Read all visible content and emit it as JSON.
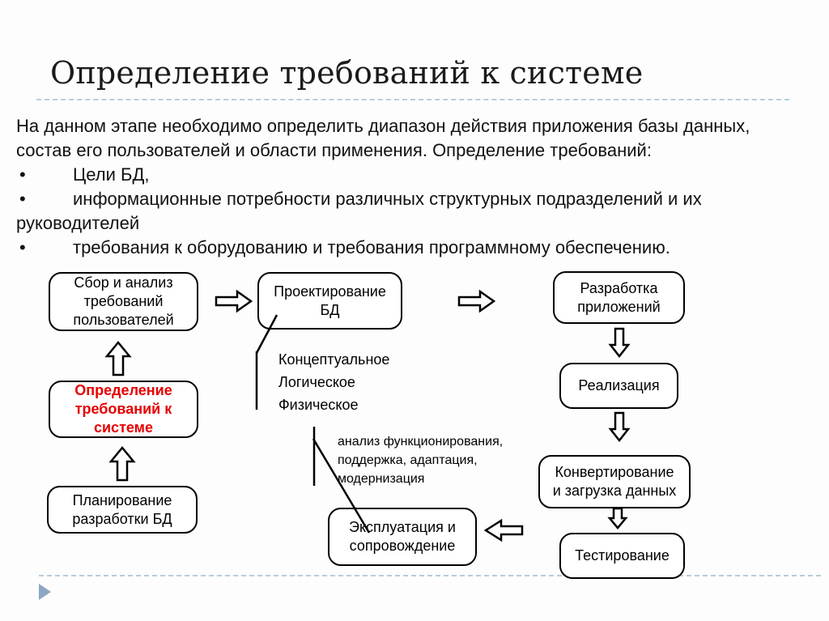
{
  "slide": {
    "title": "Определение требований к системе",
    "body": {
      "bullet_char": "•",
      "line1": "На данном этапе необходимо определить диапазон действия приложения базы данных,",
      "line2": "состав его пользователей и области применения. Определение требований:",
      "bullet1": "Цели БД,",
      "bullet2": "информационные потребности различных структурных подразделений и их",
      "bullet2_cont": "руководителей",
      "bullet3": "требования к оборудованию и требования программному обеспечению."
    }
  },
  "flowchart": {
    "boxes": {
      "gather": {
        "label": "Сбор и анализ\nтребований\nпользователей"
      },
      "design": {
        "label": "Проектирование\nБД"
      },
      "appdev": {
        "label": "Разработка\nприложений"
      },
      "sysreq": {
        "label": "Определение\nтребований к\nсистеме"
      },
      "planning": {
        "label": "Планирование\nразработки БД"
      },
      "realization": {
        "label": "Реализация"
      },
      "convert": {
        "label": "Конвертирование\nи загрузка данных"
      },
      "testing": {
        "label": "Тестирование"
      },
      "operation": {
        "label": "Эксплуатация и\nсопровождение"
      }
    },
    "annotations": {
      "design_levels": "Концептуальное\nЛогическое\nФизическое",
      "maintenance": "анализ функционирования,\nподдержка, адаптация,\nмодернизация"
    },
    "icons": {
      "arrow_right": "block-arrow-right",
      "arrow_left": "block-arrow-left",
      "arrow_up": "block-arrow-up",
      "arrow_down": "block-arrow-down"
    }
  },
  "colors": {
    "divider_dashed": "#b7cedd",
    "slide_marker_triangle": "#8ba7c2",
    "highlight_red_text": "#e60000",
    "box_border": "#000000",
    "background": "#fdfdfd"
  }
}
